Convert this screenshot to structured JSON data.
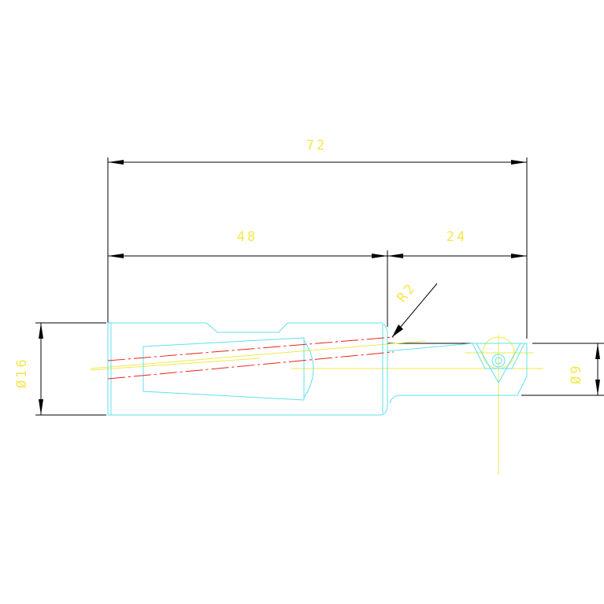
{
  "dimensions": {
    "overall_length": "72",
    "shank_length": "48",
    "head_length": "24",
    "radius": "R2",
    "shank_diameter": "Ø16",
    "neck_diameter": "Ø9"
  },
  "colors": {
    "dimension_text": "#f2e84a",
    "dimension_lines": "#000000",
    "part_outline": "#5fe0ee",
    "centerline": "#f2e84a",
    "hidden_line": "#e8231a",
    "background": "#ffffff"
  }
}
